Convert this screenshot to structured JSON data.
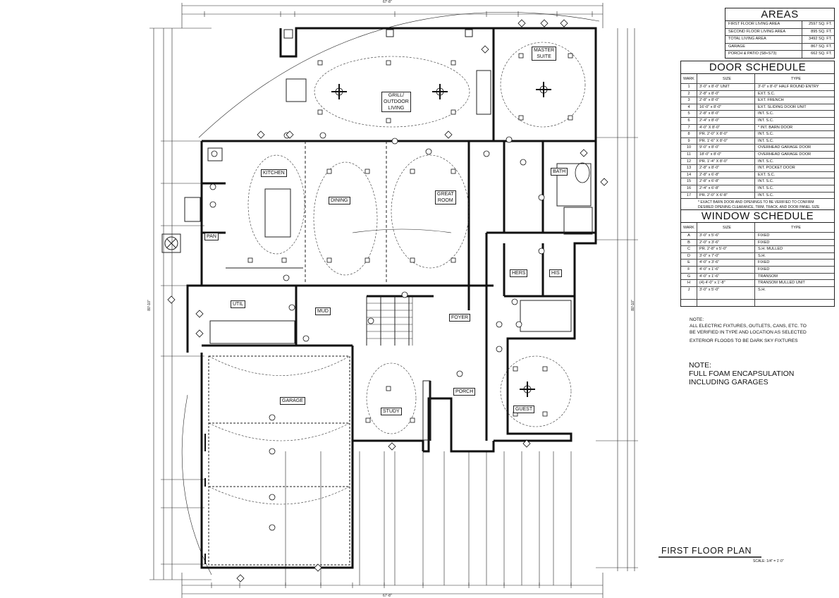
{
  "areas": {
    "title": "AREAS",
    "rows": [
      {
        "label": "FIRST FLOOR LIVING AREA",
        "value": "2597 SQ. FT."
      },
      {
        "label": "SECOND FLOOR LIVING AREA",
        "value": "895 SQ. FT."
      },
      {
        "label": "TOTAL LIVING AREA",
        "value": "3492 SQ. FT."
      },
      {
        "label": "GARAGE",
        "value": "867 SQ. FT."
      },
      {
        "label": "PORCH & PATIO (S8+S73)",
        "value": "662 SQ. FT."
      }
    ]
  },
  "door_schedule": {
    "title": "DOOR SCHEDULE",
    "headers": {
      "mark": "MARK",
      "size": "SIZE",
      "type": "TYPE"
    },
    "rows": [
      {
        "mark": "1",
        "size": "3'-0\" x 8'-0\" UNIT",
        "type": "3'-0\" x 8'-0\" HALF ROUND ENTRY"
      },
      {
        "mark": "2",
        "size": "2'-8\" x 8'-0\"",
        "type": "EXT. S.C."
      },
      {
        "mark": "3",
        "size": "2'-8\" x 8'-0\"",
        "type": "EXT. FRENCH"
      },
      {
        "mark": "4",
        "size": "16'-0\" x 8'-0\"",
        "type": "EXT. SLIDING DOOR UNIT"
      },
      {
        "mark": "5",
        "size": "2'-8\" x 8'-0\"",
        "type": "INT. S.C."
      },
      {
        "mark": "6",
        "size": "2'-4\" x 8'-0\"",
        "type": "INT. S.C."
      },
      {
        "mark": "7",
        "size": "4'-0\" X 8'-0\"",
        "type": "* INT. BARN DOOR"
      },
      {
        "mark": "8",
        "size": "PR. 2'-0\" X 8'-0\"",
        "type": "INT. S.C."
      },
      {
        "mark": "9",
        "size": "PR. 1'-6\" X 8'-0\"",
        "type": "INT. S.C."
      },
      {
        "mark": "10",
        "size": "9'-0\" x 8'-0\"",
        "type": "OVERHEAD GARAGE DOOR"
      },
      {
        "mark": "11",
        "size": "18'-0\" x 8'-0\"",
        "type": "OVERHEAD GARAGE DOOR"
      },
      {
        "mark": "12",
        "size": "PR. 1'-4\" X 8'-0\"",
        "type": "INT. S.C."
      },
      {
        "mark": "13",
        "size": "2'-8\" x 8'-0\"",
        "type": "INT. POCKET DOOR"
      },
      {
        "mark": "14",
        "size": "2'-8\" x 6'-8\"",
        "type": "EXT. S.C."
      },
      {
        "mark": "15",
        "size": "2'-8\" x 6'-8\"",
        "type": "INT. S.C."
      },
      {
        "mark": "16",
        "size": "2'-4\" x 6'-8\"",
        "type": "INT. S.C."
      },
      {
        "mark": "17",
        "size": "PR. 2'-0\" X 6'-8\"",
        "type": "INT. S.C."
      }
    ],
    "footnote": "* EXACT BARN DOOR AND OPENINGS TO BE VERIFIED TO CONFIRM DESIRED OPENING CLEARANCE, TRIM, TRACK, AND DOOR PANEL SIZE"
  },
  "window_schedule": {
    "title": "WINDOW SCHEDULE",
    "headers": {
      "mark": "MARK",
      "size": "SIZE",
      "type": "TYPE"
    },
    "rows": [
      {
        "mark": "A",
        "size": "3'-0\" x 5'-6\"",
        "type": "FIXED"
      },
      {
        "mark": "B",
        "size": "2'-0\" x 3'-6\"",
        "type": "FIXED"
      },
      {
        "mark": "C",
        "size": "PR. 2'-8\" x 5'-0\"",
        "type": "S.H. MULLED"
      },
      {
        "mark": "D",
        "size": "3'-0\" x 7'-0\"",
        "type": "S.H."
      },
      {
        "mark": "E",
        "size": "4'-0\" x 3'-6\"",
        "type": "FIXED"
      },
      {
        "mark": "F",
        "size": "4'-0\" x 1'-6\"",
        "type": "FIXED"
      },
      {
        "mark": "G",
        "size": "4'-0\" x 1'-6\"",
        "type": "TRANSOM"
      },
      {
        "mark": "H",
        "size": "(4) 4'-0\" x 1'-8\"",
        "type": "TRANSOM MULLED UNIT"
      },
      {
        "mark": "J",
        "size": "3'-0\" x 5'-0\"",
        "type": "S.H."
      }
    ]
  },
  "notes": {
    "note1_title": "NOTE:",
    "note1_line1": "ALL ELECTRIC FIXTURES, OUTLETS, CANS, ETC. TO",
    "note1_line2": "BE VERIFIED IN TYPE AND LOCATION AS SELECTED",
    "note2": "EXTERIOR FLOODS TO BE DARK SKY FIXTURES",
    "note3_title": "NOTE:",
    "note3_line1": "FULL FOAM ENCAPSULATION",
    "note3_line2": "INCLUDING GARAGES"
  },
  "plan": {
    "title": "FIRST FLOOR PLAN",
    "scale": "SCALE: 1/4\" = 1'-0\"",
    "overall_top": "67'-8\"",
    "overall_bottom": "67'-8\"",
    "overall_left": "80'-10\"",
    "overall_right": "80'-10\"",
    "rooms": {
      "grill": "GRILL/",
      "outdoor": "OUTDOOR",
      "living": "LIVING",
      "master": "MASTER",
      "suite": "SUITE",
      "kitchen": "KITCHEN",
      "dining": "DINING",
      "great": "GREAT",
      "room": "ROOM",
      "bath": "BATH",
      "pan": "PAN",
      "util": "UTIL",
      "mud": "MUD",
      "hers": "HERS",
      "his": "HIS",
      "foyer": "FOYER",
      "garage": "GARAGE",
      "study": "STUDY",
      "porch": "PORCH",
      "guest": "GUEST"
    }
  },
  "colors": {
    "ink": "#1a1a1a",
    "paper": "#ffffff"
  }
}
